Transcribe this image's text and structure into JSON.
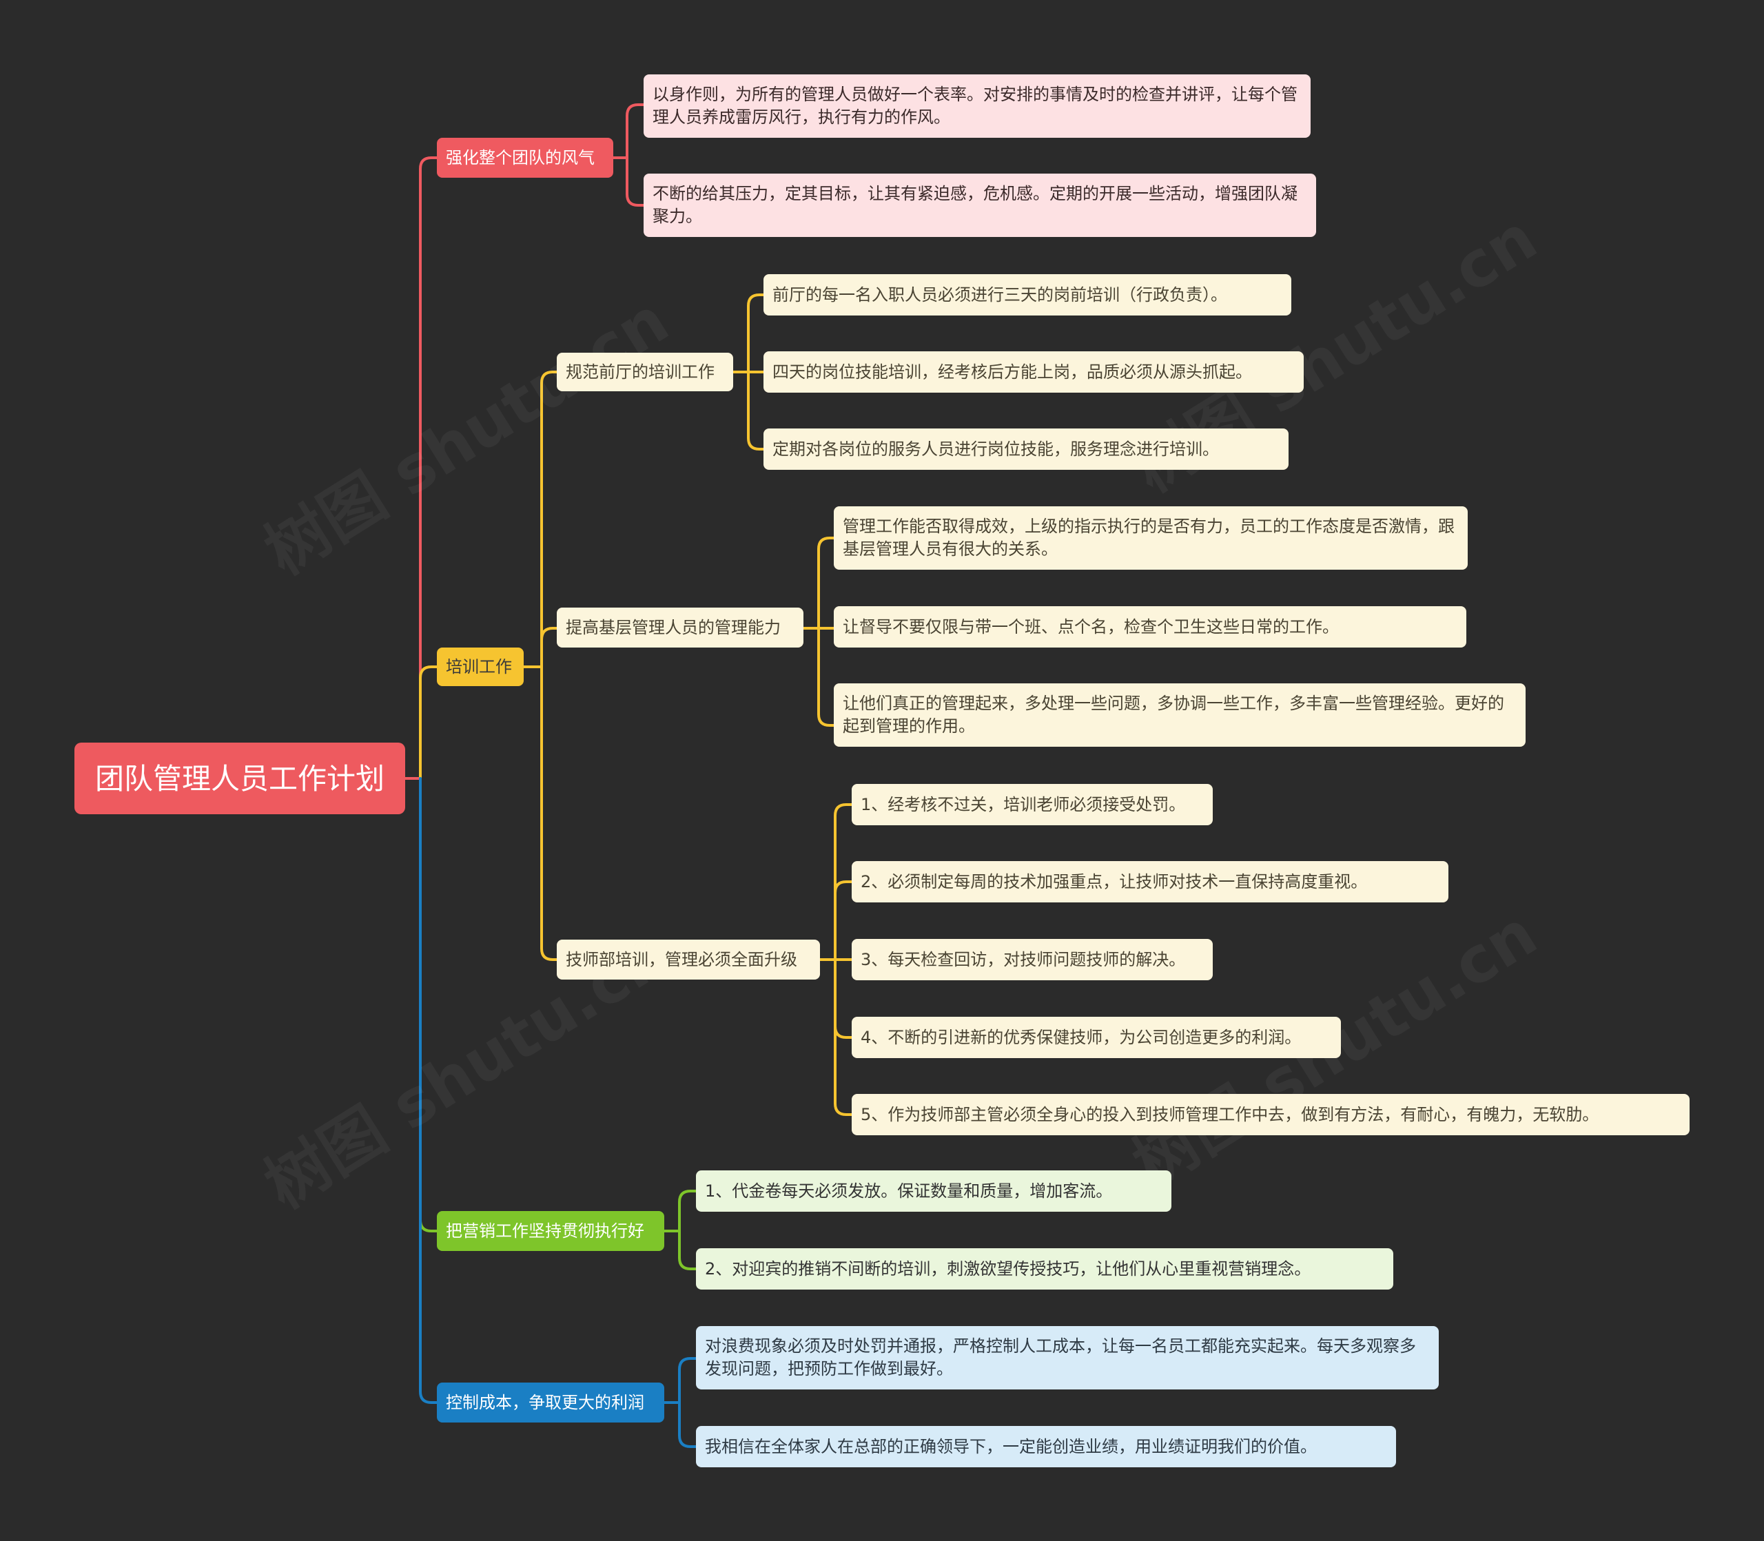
{
  "colors": {
    "background": "#2b2b2b",
    "red": "#ef5a60",
    "yellow": "#f6c430",
    "green": "#7ec52a",
    "blue": "#1a7fc4"
  },
  "watermark": "树图 shutu.cn",
  "root": {
    "label": "团队管理人员工作计划"
  },
  "branches": [
    {
      "label": "强化整个团队的风气",
      "items": [
        "以身作则，为所有的管理人员做好一个表率。对安排的事情及时的检查并讲评，让每个管理人员养成雷厉风行，执行有力的作风。",
        "不断的给其压力，定其目标，让其有紧迫感，危机感。定期的开展一些活动，增强团队凝聚力。"
      ]
    },
    {
      "label": "培训工作",
      "subs": [
        {
          "label": "规范前厅的培训工作",
          "items": [
            "前厅的每一名入职人员必须进行三天的岗前培训（行政负责）。",
            "四天的岗位技能培训，经考核后方能上岗，品质必须从源头抓起。",
            "定期对各岗位的服务人员进行岗位技能，服务理念进行培训。"
          ]
        },
        {
          "label": "提高基层管理人员的管理能力",
          "items": [
            "管理工作能否取得成效，上级的指示执行的是否有力，员工的工作态度是否激情，跟基层管理人员有很大的关系。",
            "让督导不要仅限与带一个班、点个名，检查个卫生这些日常的工作。",
            "让他们真正的管理起来，多处理一些问题，多协调一些工作，多丰富一些管理经验。更好的起到管理的作用。"
          ]
        },
        {
          "label": "技师部培训，管理必须全面升级",
          "items": [
            "1、经考核不过关，培训老师必须接受处罚。",
            "2、必须制定每周的技术加强重点，让技师对技术一直保持高度重视。",
            "3、每天检查回访，对技师问题技师的解决。",
            "4、不断的引进新的优秀保健技师，为公司创造更多的利润。",
            "5、作为技师部主管必须全身心的投入到技师管理工作中去，做到有方法，有耐心，有魄力，无软肋。"
          ]
        }
      ]
    },
    {
      "label": "把营销工作坚持贯彻执行好",
      "items": [
        "1、代金卷每天必须发放。保证数量和质量，增加客流。",
        "2、对迎宾的推销不间断的培训，刺激欲望传授技巧，让他们从心里重视营销理念。"
      ]
    },
    {
      "label": "控制成本，争取更大的利润",
      "items": [
        "对浪费现象必须及时处罚并通报，严格控制人工成本，让每一名员工都能充实起来。每天多观察多发现问题，把预防工作做到最好。",
        "我相信在全体家人在总部的正确领导下，一定能创造业绩，用业绩证明我们的价值。"
      ]
    }
  ]
}
